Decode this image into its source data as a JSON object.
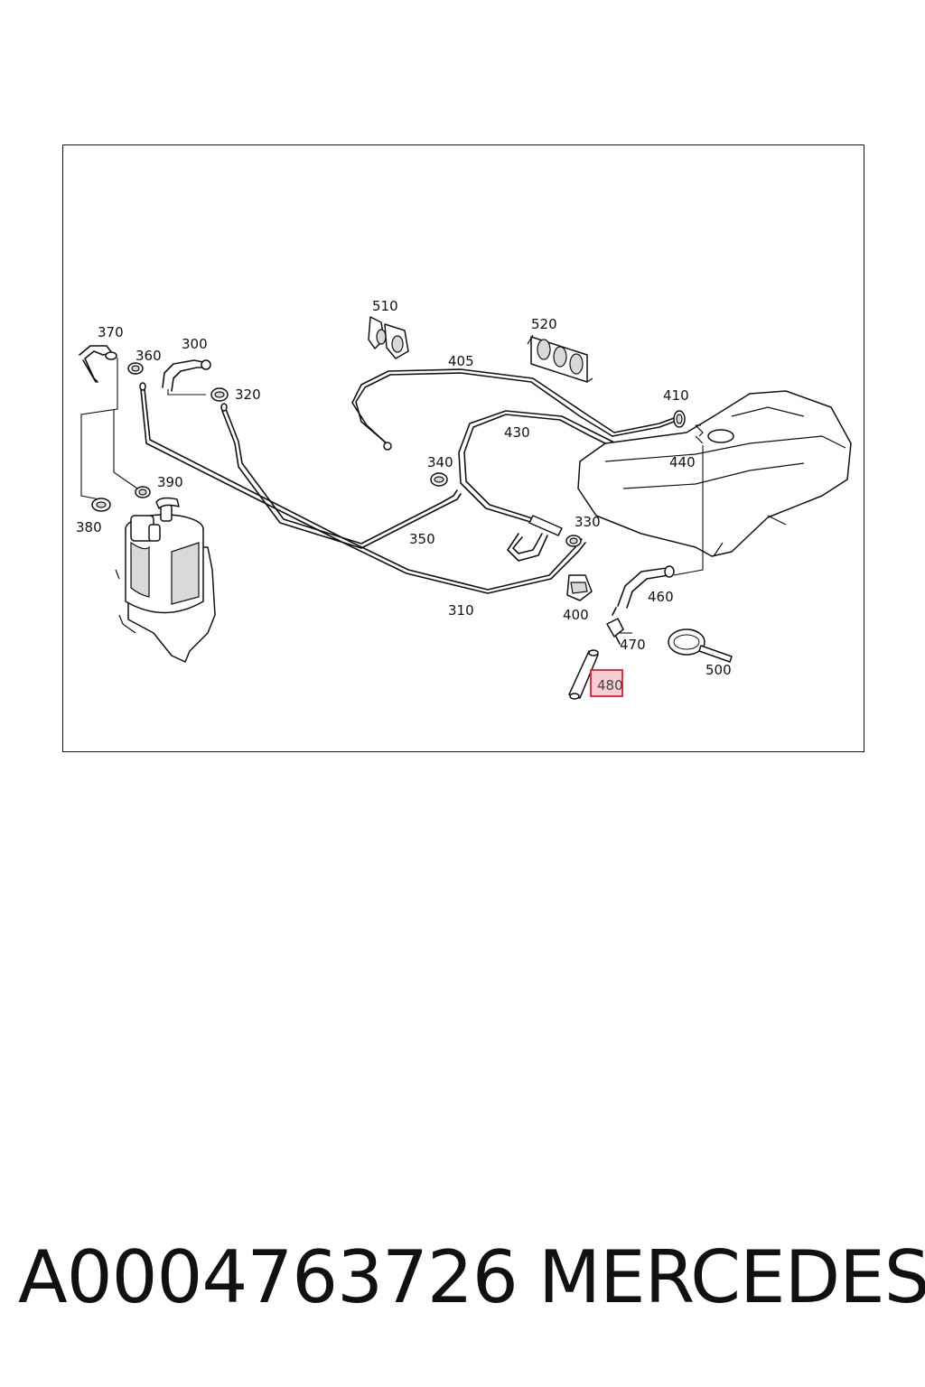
{
  "diagram": {
    "callouts": {
      "c370": "370",
      "c360": "360",
      "c300": "300",
      "c320": "320",
      "c390": "390",
      "c380": "380",
      "c510": "510",
      "c520": "520",
      "c405": "405",
      "c430": "430",
      "c410": "410",
      "c440": "440",
      "c340": "340",
      "c350": "350",
      "c330": "330",
      "c310": "310",
      "c400": "400",
      "c460": "460",
      "c470": "470",
      "c480": "480",
      "c500": "500"
    },
    "highlight": {
      "callout": "480",
      "border_color": "#e0202a",
      "fill_color": "#f6cdd2"
    }
  },
  "footer": {
    "part_number": "A0004763726",
    "brand": "MERCEDES"
  }
}
